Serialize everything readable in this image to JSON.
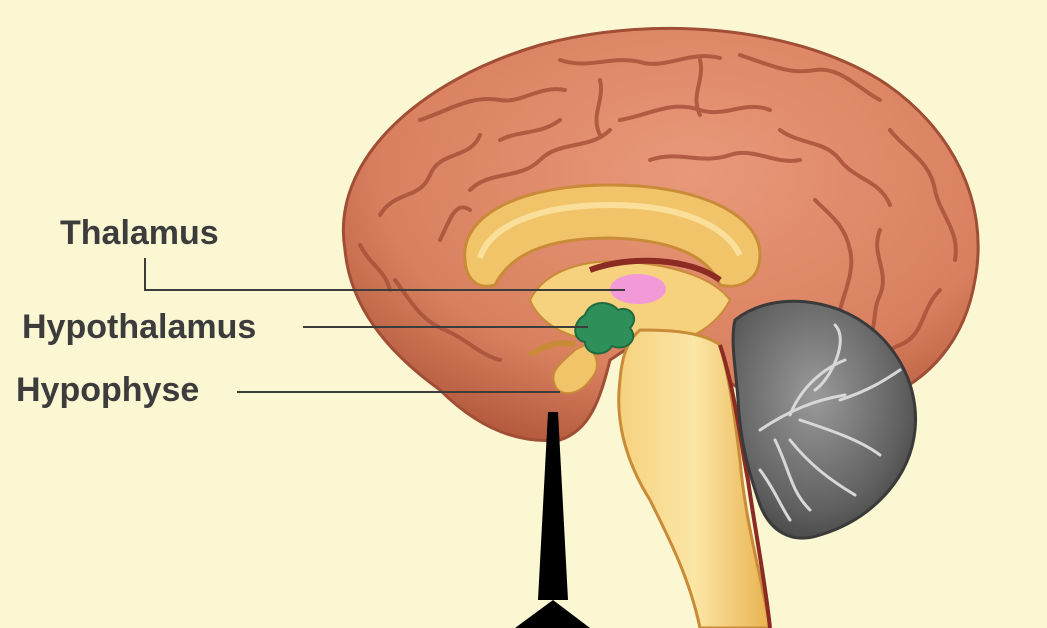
{
  "labels": {
    "thalamus": "Thalamus",
    "hypothalamus": "Hypothalamus",
    "hypophyse": "Hypophyse"
  },
  "colors": {
    "background": "#fbf7d3",
    "cortex": "#d9805f",
    "cortex_shadow": "#b35a3e",
    "inner_structures": "#f2c46a",
    "thalamus_highlight": "#f29ad8",
    "hypothalamus_highlight": "#2f8f59",
    "cerebellum": "#6b6b6b",
    "label_text": "#3c3c3c",
    "arrow": "#000000"
  }
}
